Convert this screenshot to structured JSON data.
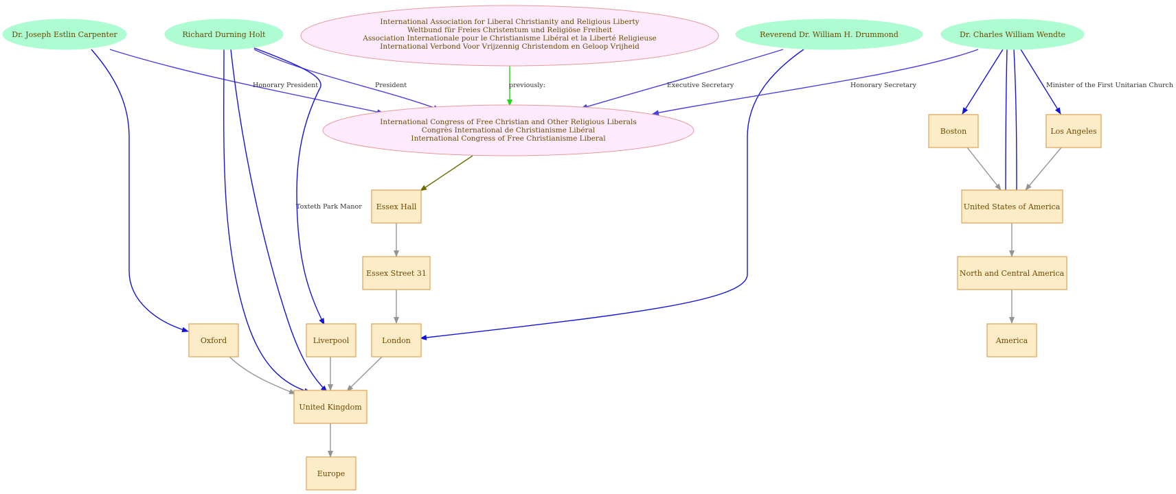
{
  "colors": {
    "person_fill": "#adfcd2",
    "org_fill": "#fdeafd",
    "org_stroke": "#e89a9a",
    "place_fill": "#feecc9",
    "place_stroke": "#d9a354",
    "blue_edge": "#1414d8",
    "purple_edge": "#4b3ee0",
    "green_edge": "#1dd81d",
    "olive_edge": "#6b6b00",
    "gray_edge": "#949494"
  },
  "people": {
    "carpenter": "Dr. Joseph Estlin Carpenter",
    "holt": "Richard Durning Holt",
    "drummond": "Reverend Dr. William H. Drummond",
    "wendte": "Dr. Charles William Wendte"
  },
  "orgs": {
    "iarf": [
      "International Association for Liberal Christianity and Religious Liberty",
      "Weltbund für Freies Christentum und Religiöse Freiheit",
      "Association Internationale pour le Christianisme Libéral et la Liberté Religieuse",
      "International Verbond Voor Vrijzennig Christendom en Geloop Vrijheid"
    ],
    "congress": [
      "International Congress of Free Christian and Other Religious Liberals",
      "Congrès International de Christianisme Libéral",
      "International Congress of Free Christianisme Liberal"
    ]
  },
  "places": {
    "essex_hall": "Essex Hall",
    "essex_street": "Essex Street 31",
    "london": "London",
    "oxford": "Oxford",
    "liverpool": "Liverpool",
    "uk": "United Kingdom",
    "europe": "Europe",
    "boston": "Boston",
    "los_angeles": "Los Angeles",
    "usa": "United States of America",
    "nca": "North and Central America",
    "america": "America"
  },
  "edge_labels": {
    "honorary_president": "Honorary President",
    "president": "President",
    "previously": "previously:",
    "executive_secretary": "Executive Secretary",
    "honorary_secretary": "Honorary Secretary",
    "minister": "Minister of the First Unitarian Church",
    "toxteth": "Toxteth Park Manor"
  }
}
